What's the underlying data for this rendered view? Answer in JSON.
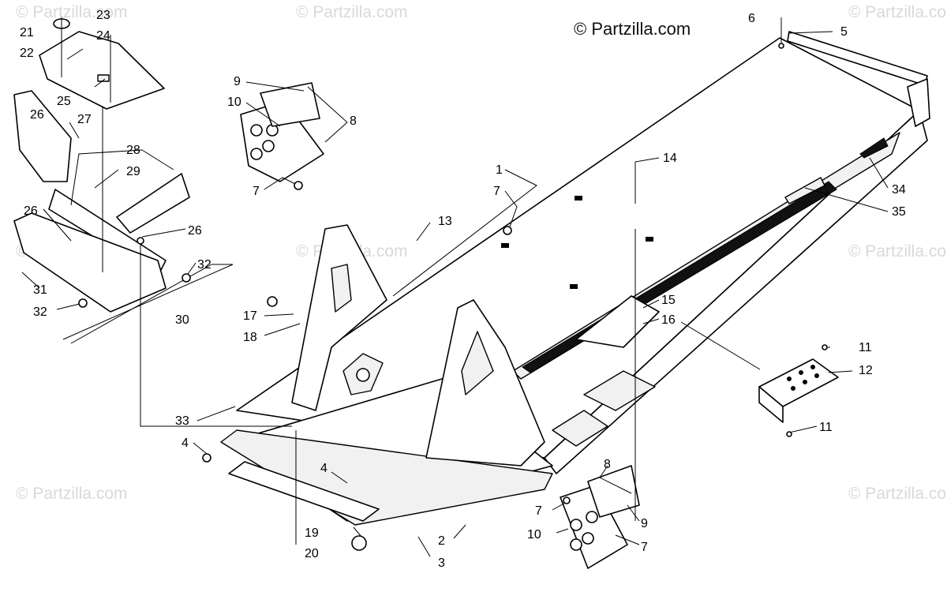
{
  "copyright": "© Partzilla.com",
  "watermark_text": "© Partzilla.com",
  "callouts": [
    {
      "id": "c1",
      "label": "1"
    },
    {
      "id": "c2",
      "label": "2"
    },
    {
      "id": "c3",
      "label": "3"
    },
    {
      "id": "c4a",
      "label": "4"
    },
    {
      "id": "c4b",
      "label": "4"
    },
    {
      "id": "c5",
      "label": "5"
    },
    {
      "id": "c6",
      "label": "6"
    },
    {
      "id": "c7a",
      "label": "7"
    },
    {
      "id": "c7b",
      "label": "7"
    },
    {
      "id": "c7c",
      "label": "7"
    },
    {
      "id": "c7d",
      "label": "7"
    },
    {
      "id": "c8a",
      "label": "8"
    },
    {
      "id": "c8b",
      "label": "8"
    },
    {
      "id": "c9a",
      "label": "9"
    },
    {
      "id": "c9b",
      "label": "9"
    },
    {
      "id": "c10a",
      "label": "10"
    },
    {
      "id": "c10b",
      "label": "10"
    },
    {
      "id": "c11a",
      "label": "11"
    },
    {
      "id": "c11b",
      "label": "11"
    },
    {
      "id": "c12",
      "label": "12"
    },
    {
      "id": "c13",
      "label": "13"
    },
    {
      "id": "c14",
      "label": "14"
    },
    {
      "id": "c15",
      "label": "15"
    },
    {
      "id": "c16",
      "label": "16"
    },
    {
      "id": "c17",
      "label": "17"
    },
    {
      "id": "c18",
      "label": "18"
    },
    {
      "id": "c19",
      "label": "19"
    },
    {
      "id": "c20",
      "label": "20"
    },
    {
      "id": "c21",
      "label": "21"
    },
    {
      "id": "c22",
      "label": "22"
    },
    {
      "id": "c23",
      "label": "23"
    },
    {
      "id": "c24",
      "label": "24"
    },
    {
      "id": "c25",
      "label": "25"
    },
    {
      "id": "c26a",
      "label": "26"
    },
    {
      "id": "c26b",
      "label": "26"
    },
    {
      "id": "c26c",
      "label": "26"
    },
    {
      "id": "c27",
      "label": "27"
    },
    {
      "id": "c28",
      "label": "28"
    },
    {
      "id": "c29",
      "label": "29"
    },
    {
      "id": "c30",
      "label": "30"
    },
    {
      "id": "c31",
      "label": "31"
    },
    {
      "id": "c32a",
      "label": "32"
    },
    {
      "id": "c32b",
      "label": "32"
    },
    {
      "id": "c33",
      "label": "33"
    },
    {
      "id": "c34",
      "label": "34"
    },
    {
      "id": "c35",
      "label": "35"
    }
  ]
}
